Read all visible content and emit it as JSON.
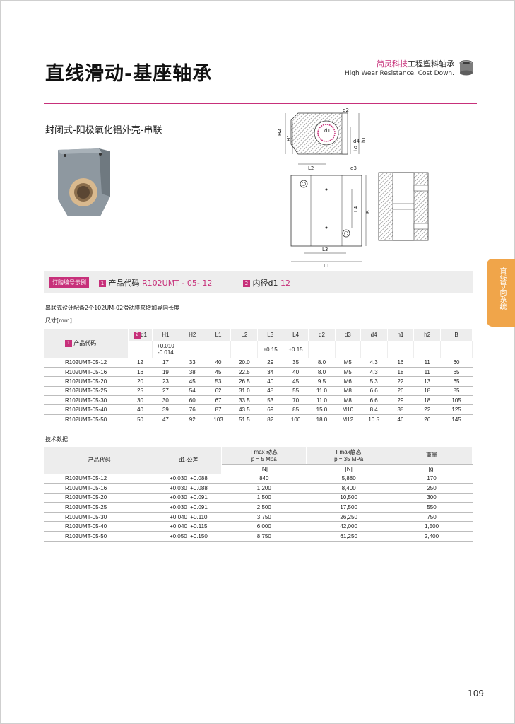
{
  "title": "直线滑动-基座轴承",
  "brand": {
    "cn_pink": "简灵科技",
    "cn_rest": "工程塑料轴承",
    "en": "High Wear Resistance. Cost Down."
  },
  "subtitle": "封闭式-阳极氧化铝外壳-串联",
  "drawing_labels": {
    "d2": "d2",
    "d1": "d1",
    "d4": "d4",
    "d3": "d3",
    "h1": "h1",
    "h2": "h2",
    "H1": "H1",
    "H2": "H2",
    "L1": "L1",
    "L2": "L2",
    "L3": "L3",
    "L4": "L4",
    "B": "B"
  },
  "side_tab": "直线导向系统",
  "order": {
    "tag": "订购编号示例",
    "badge1": "1",
    "item1_label": "产品代码",
    "item1_value": "R102UMT - 05- 12",
    "badge2": "2",
    "item2_label": "内径d1",
    "item2_value": "12"
  },
  "note": "串联式设计配备2个102UM-02滑动膜来增加导向长度",
  "dims_label": "尺寸[mm]",
  "dims_table": {
    "code_header_badge": "1",
    "code_header": "产品代码",
    "d1_badge": "2",
    "columns": [
      "d1",
      "H1",
      "H2",
      "L1",
      "L2",
      "L3",
      "L4",
      "d2",
      "d3",
      "d4",
      "h1",
      "h2",
      "B"
    ],
    "tolerances": [
      "",
      "+0.010\n-0.014",
      "",
      "",
      "",
      "±0.15",
      "±0.15",
      "",
      "",
      "",
      "",
      "",
      ""
    ],
    "rows": [
      [
        "R102UMT-05-12",
        "12",
        "17",
        "33",
        "40",
        "20.0",
        "29",
        "35",
        "8.0",
        "M5",
        "4.3",
        "16",
        "11",
        "60"
      ],
      [
        "R102UMT-05-16",
        "16",
        "19",
        "38",
        "45",
        "22.5",
        "34",
        "40",
        "8.0",
        "M5",
        "4.3",
        "18",
        "11",
        "65"
      ],
      [
        "R102UMT-05-20",
        "20",
        "23",
        "45",
        "53",
        "26.5",
        "40",
        "45",
        "9.5",
        "M6",
        "5.3",
        "22",
        "13",
        "65"
      ],
      [
        "R102UMT-05-25",
        "25",
        "27",
        "54",
        "62",
        "31.0",
        "48",
        "55",
        "11.0",
        "M8",
        "6.6",
        "26",
        "18",
        "85"
      ],
      [
        "R102UMT-05-30",
        "30",
        "30",
        "60",
        "67",
        "33.5",
        "53",
        "70",
        "11.0",
        "M8",
        "6.6",
        "29",
        "18",
        "105"
      ],
      [
        "R102UMT-05-40",
        "40",
        "39",
        "76",
        "87",
        "43.5",
        "69",
        "85",
        "15.0",
        "M10",
        "8.4",
        "38",
        "22",
        "125"
      ],
      [
        "R102UMT-05-50",
        "50",
        "47",
        "92",
        "103",
        "51.5",
        "82",
        "100",
        "18.0",
        "M12",
        "10.5",
        "46",
        "26",
        "145"
      ]
    ]
  },
  "tech_label": "技术数据",
  "tech_table": {
    "headers": [
      "产品代码",
      "d1-公差",
      "Fmax 动态\np = 5 Mpa",
      "Fmax静态\np = 35 MPa",
      "重量"
    ],
    "units": [
      "[N]",
      "[N]",
      "[g]"
    ],
    "rows": [
      [
        "R102UMT-05-12",
        "+0.030  +0.088",
        "840",
        "5,880",
        "170"
      ],
      [
        "R102UMT-05-16",
        "+0.030  +0.088",
        "1,200",
        "8,400",
        "250"
      ],
      [
        "R102UMT-05-20",
        "+0.030  +0.091",
        "1,500",
        "10,500",
        "300"
      ],
      [
        "R102UMT-05-25",
        "+0.030  +0.091",
        "2,500",
        "17,500",
        "550"
      ],
      [
        "R102UMT-05-30",
        "+0.040  +0.110",
        "3,750",
        "26,250",
        "750"
      ],
      [
        "R102UMT-05-40",
        "+0.040  +0.115",
        "6,000",
        "42,000",
        "1,500"
      ],
      [
        "R102UMT-05-50",
        "+0.050  +0.150",
        "8,750",
        "61,250",
        "2,400"
      ]
    ]
  },
  "page_number": "109",
  "colors": {
    "accent": "#c7307a",
    "tab": "#f0a54a",
    "header_bg": "#ededed"
  }
}
